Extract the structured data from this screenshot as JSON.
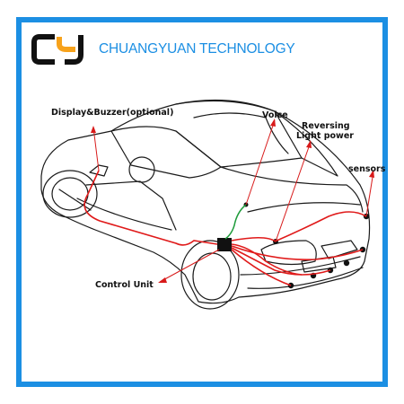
{
  "brand": {
    "company_name": "CHUANGYUAN TECHNOLOGY",
    "logo_text": "CY",
    "accent_color": "#1c8fe3",
    "logo_orange": "#f7a21b"
  },
  "diagram": {
    "labels": {
      "display_buzzer": "Display&Buzzer(optional)",
      "voice": "Voice",
      "reversing_light_power_line1": "Reversing",
      "reversing_light_power_line2": "Light power",
      "sensors": "sensors",
      "control_unit": "Control Unit"
    },
    "wire_colors": {
      "main": "#e01a1a",
      "signal": "#1e9b3a",
      "arrow": "#d81a1a"
    }
  }
}
